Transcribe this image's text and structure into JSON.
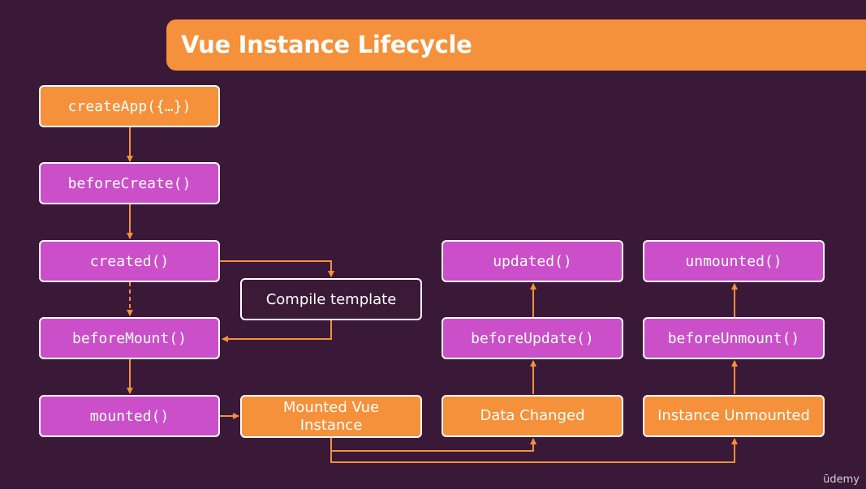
{
  "title": "Vue Instance Lifecycle",
  "nodes": {
    "create_app": "createApp({…})",
    "before_create": "beforeCreate()",
    "created": "created()",
    "compile_template": "Compile template",
    "before_mount": "beforeMount()",
    "mounted": "mounted()",
    "mounted_vue_instance": "Mounted Vue Instance",
    "updated": "updated()",
    "before_update": "beforeUpdate()",
    "data_changed": "Data Changed",
    "unmounted": "unmounted()",
    "before_unmount": "beforeUnmount()",
    "instance_unmounted": "Instance Unmounted"
  },
  "colors": {
    "background": "#3a1837",
    "hook": "#cb4fc9",
    "accent": "#f5913a",
    "border": "#ffffff"
  },
  "watermark": "ūdemy"
}
